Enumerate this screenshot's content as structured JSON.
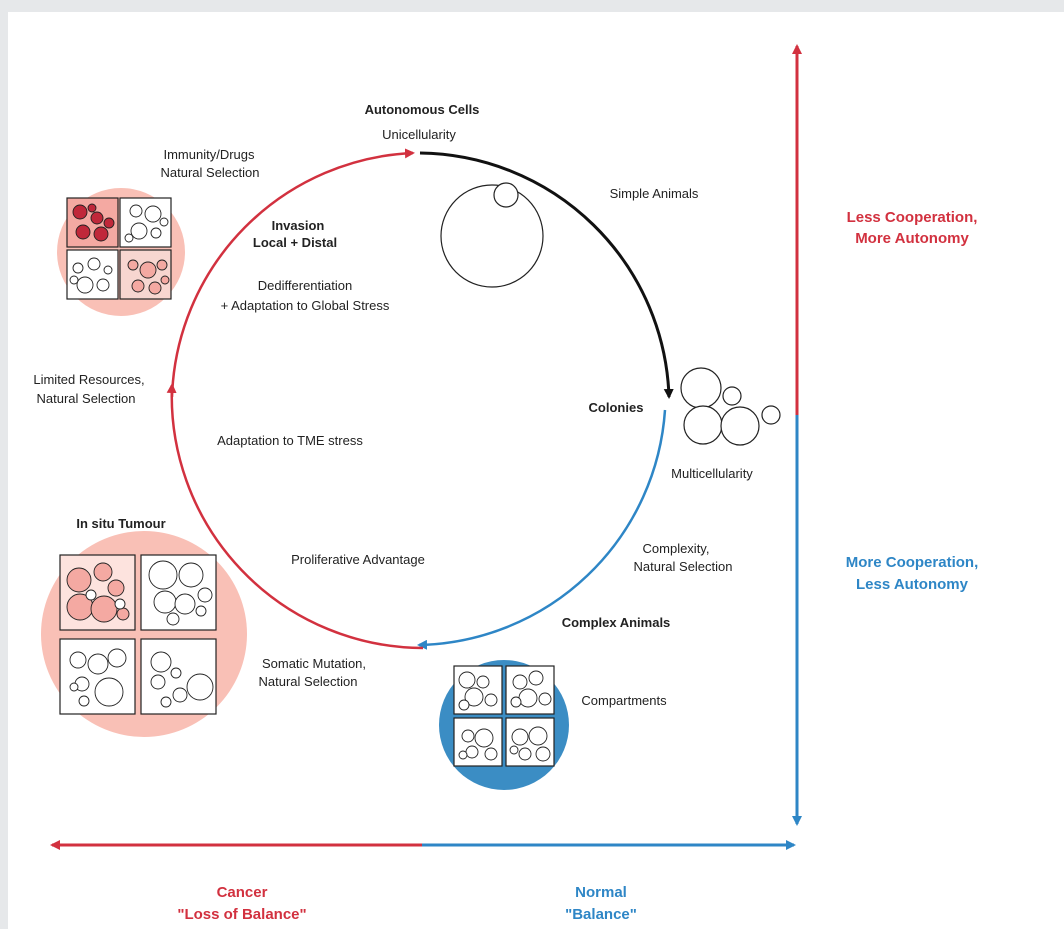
{
  "colors": {
    "red": "#d2313f",
    "blue": "#2e86c6",
    "black": "#111111",
    "pink_bg": "#f9c0b6",
    "blue_bg": "#3b8dc4",
    "dark_red_cell": "#c0283a",
    "pink_cell": "#f4a9a2"
  },
  "cycle": {
    "top": {
      "title": "Autonomous Cells",
      "subtitle": "Unicellularity"
    },
    "simple_animals": "Simple Animals",
    "colonies": "Colonies",
    "multicellularity": "Multicellularity",
    "complexity": [
      "Complexity,",
      "Natural Selection"
    ],
    "complex_animals": "Complex Animals",
    "compartments": "Compartments",
    "somatic": [
      "Somatic Mutation,",
      "Natural Selection"
    ],
    "proliferative": "Proliferative Advantage",
    "in_situ": "In situ Tumour",
    "adaptation_tme": "Adaptation to TME stress",
    "limited": [
      "Limited Resources,",
      "Natural Selection"
    ],
    "dedifferentiation": [
      "Dedifferentiation",
      "+ Adaptation to Global Stress"
    ],
    "invasion": [
      "Invasion",
      "Local + Distal"
    ],
    "immunity": [
      "Immunity/Drugs",
      "Natural Selection"
    ]
  },
  "axes": {
    "vertical_top": [
      "Less Cooperation,",
      "More Autonomy"
    ],
    "vertical_bottom": [
      "More Cooperation,",
      "Less Autonomy"
    ],
    "horizontal_left": [
      "Cancer",
      "\"Loss of Balance\""
    ],
    "horizontal_right": [
      "Normal",
      "\"Balance\""
    ]
  }
}
